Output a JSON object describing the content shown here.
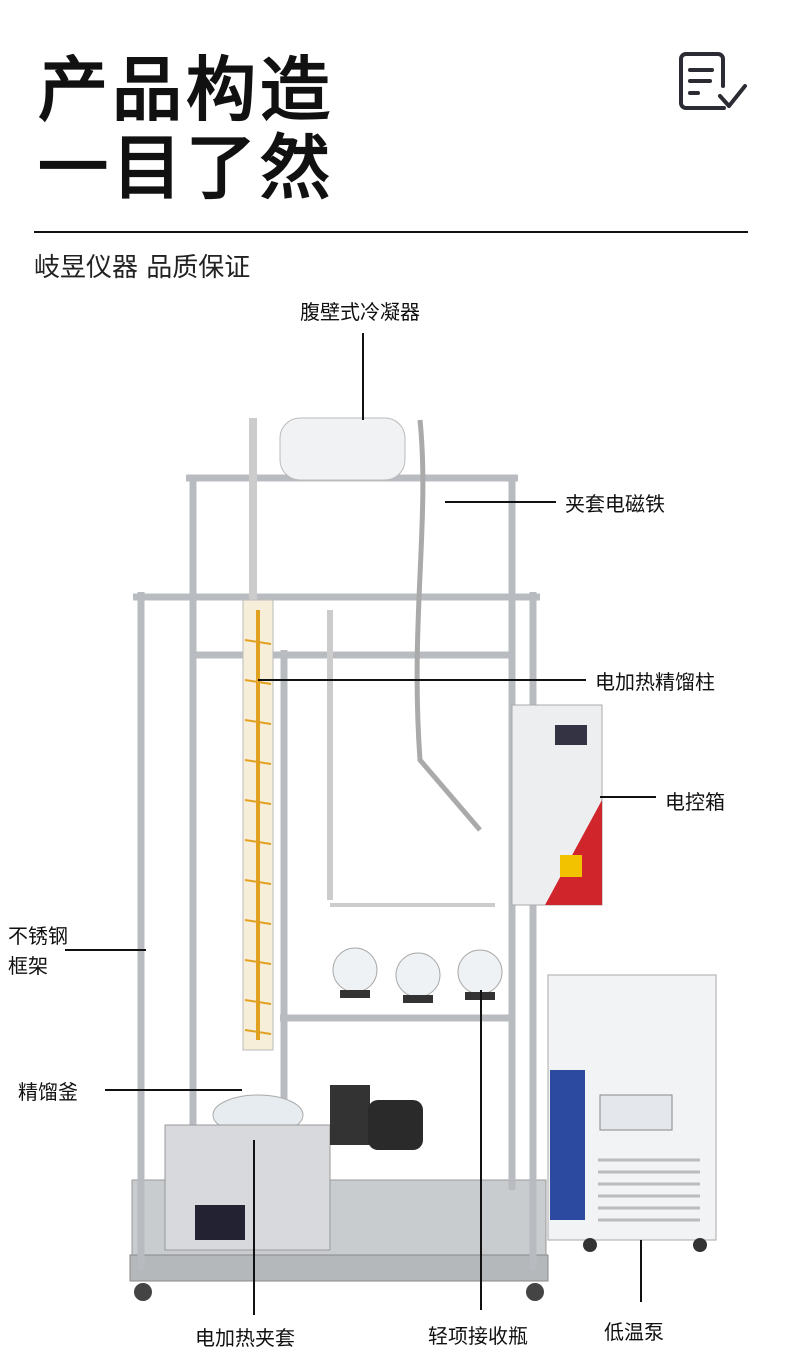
{
  "header": {
    "title_line1": "产品构造",
    "title_line2": "一目了然",
    "subtitle": "岐昱仪器 品质保证",
    "icon": "document-check-icon"
  },
  "callouts": {
    "condenser": "腹壁式冷凝器",
    "jacket_magnet": "夹套电磁铁",
    "heated_column": "电加热精馏柱",
    "control_box": "电控箱",
    "frame_line1": "不锈钢",
    "frame_line2": "框架",
    "still_pot": "精馏釜",
    "heating_mantle": "电加热夹套",
    "receiver_flask": "轻项接收瓶",
    "chiller": "低温泵"
  },
  "colors": {
    "accent_red": "#d0262b",
    "column_amber": "#e0a020",
    "frame_steel": "#b8bcc0"
  }
}
